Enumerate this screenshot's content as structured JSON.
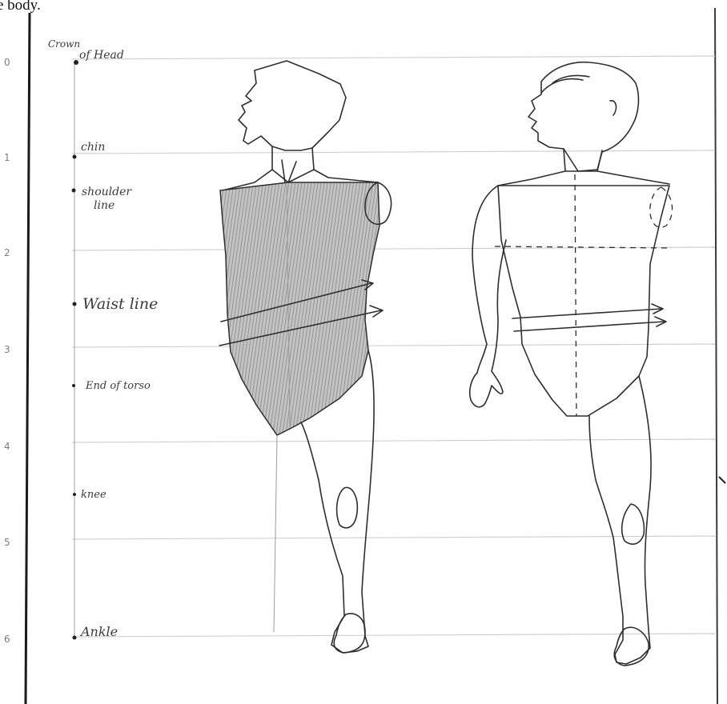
{
  "top_fragment": "e body.",
  "scale": {
    "numbers": [
      "0",
      "1",
      "2",
      "3",
      "4",
      "5",
      "6"
    ],
    "labels": [
      {
        "line1": "Crown",
        "line2": "of Head"
      },
      {
        "line1": "chin",
        "line2": ""
      },
      {
        "line1": "shoulder",
        "line2": "line"
      },
      {
        "line1": "Waist line",
        "line2": ""
      },
      {
        "line1": "End of torso",
        "line2": ""
      },
      {
        "line1": "knee",
        "line2": ""
      },
      {
        "line1": "Ankle",
        "line2": ""
      }
    ]
  },
  "figures": [
    {
      "name": "shaded-figure",
      "shading": "#bdbdbd"
    },
    {
      "name": "outline-figure",
      "shading": "none"
    }
  ],
  "colors": {
    "paper": "#ffffff",
    "pencil": "#2e2e2e",
    "rule": "#c9c9c9",
    "shade": "#bdbdbd"
  }
}
